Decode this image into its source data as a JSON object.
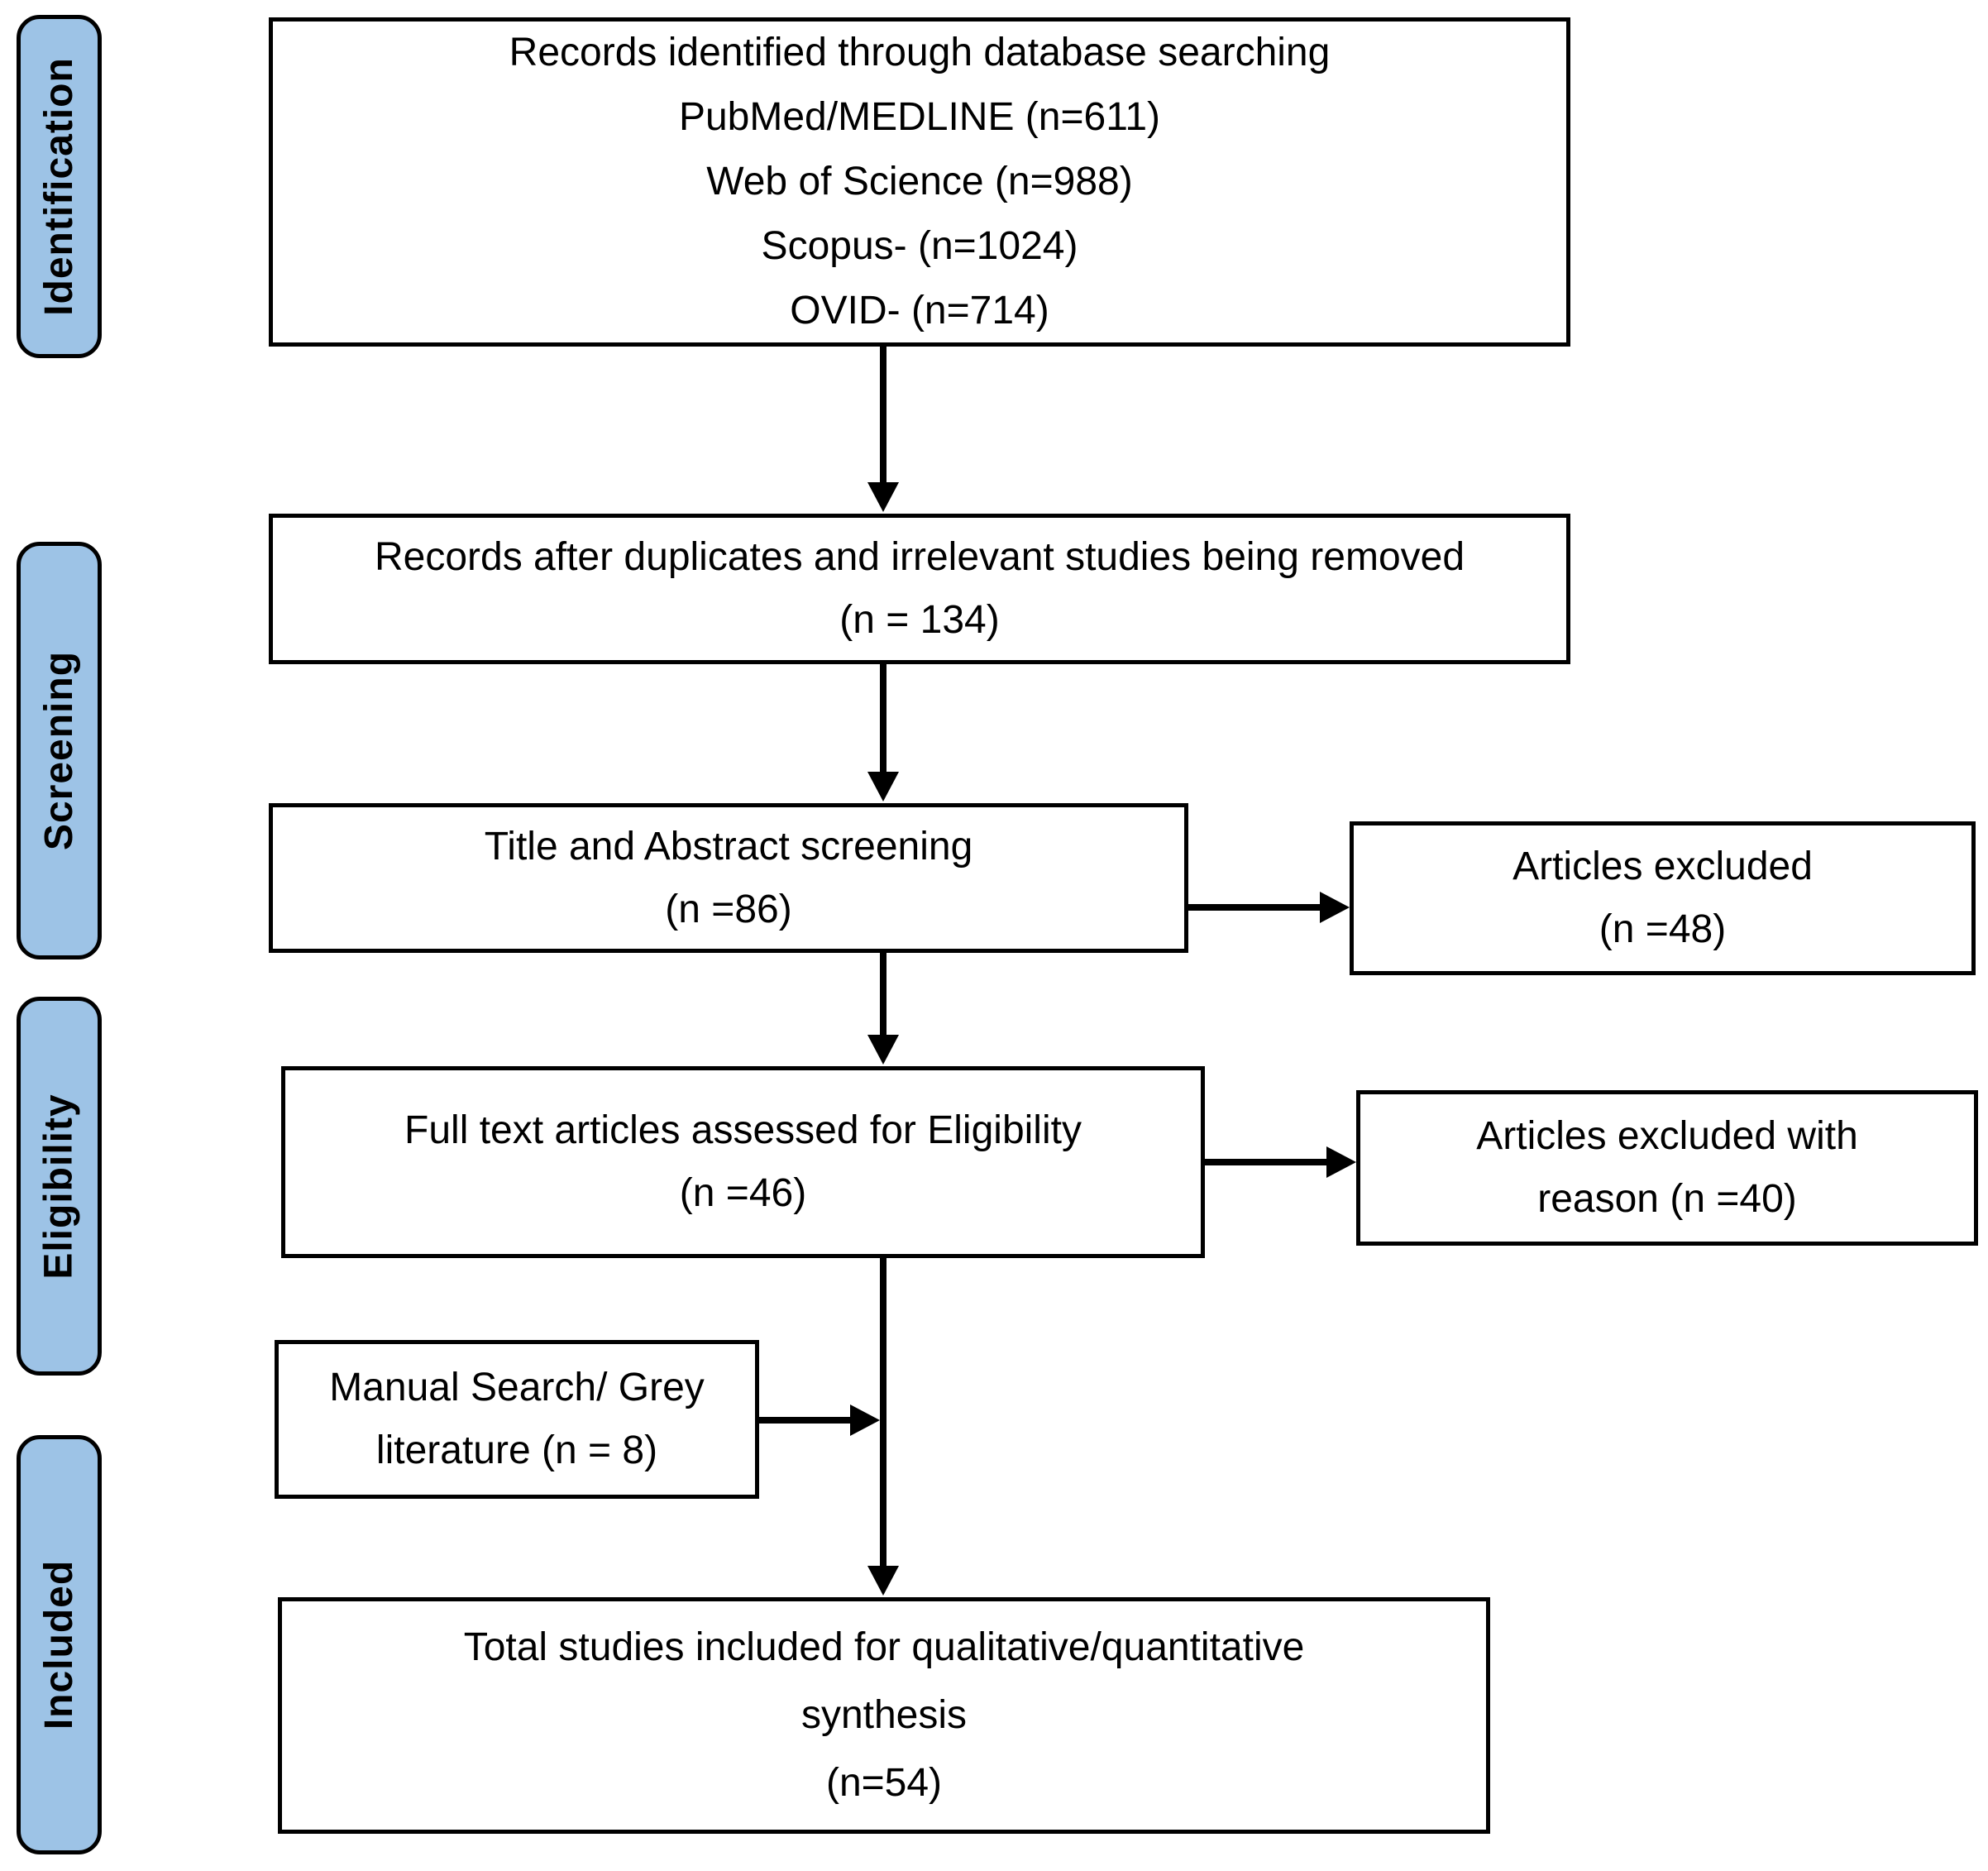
{
  "colors": {
    "stage_fill": "#9DC3E6",
    "box_fill": "#FFFFFF",
    "line_color": "#000000"
  },
  "stages": [
    {
      "label": "Identification"
    },
    {
      "label": "Screening"
    },
    {
      "label": "Eligibility"
    },
    {
      "label": "Included"
    }
  ],
  "boxes": {
    "records_identified": {
      "lines": [
        "Records identified through database searching",
        "PubMed/MEDLINE (n=611)",
        "Web of Science (n=988)",
        "Scopus- (n=1024)",
        "OVID- (n=714)"
      ]
    },
    "after_duplicates": {
      "lines": [
        "Records after duplicates and irrelevant studies being removed",
        "(n = 134)"
      ]
    },
    "title_abstract": {
      "lines": [
        "Title and Abstract screening",
        "(n =86)"
      ]
    },
    "articles_excluded": {
      "lines": [
        "Articles excluded",
        "(n =48)"
      ]
    },
    "full_text": {
      "lines": [
        "Full text articles assessed for Eligibility",
        "(n =46)"
      ]
    },
    "excluded_with_reason": {
      "lines": [
        "Articles excluded with",
        "reason (n =40)"
      ]
    },
    "manual_search": {
      "lines": [
        "Manual Search/ Grey",
        "literature (n = 8)"
      ]
    },
    "total_included": {
      "lines": [
        "Total studies included for qualitative/quantitative",
        "synthesis",
        "(n=54)"
      ]
    }
  },
  "arrows": [
    {
      "from": "records-identified",
      "to": "after-duplicates"
    },
    {
      "from": "after-duplicates",
      "to": "title-abstract"
    },
    {
      "from": "title-abstract",
      "to": "articles-excluded"
    },
    {
      "from": "title-abstract",
      "to": "full-text"
    },
    {
      "from": "full-text",
      "to": "excluded-with-reason"
    },
    {
      "from": "full-text",
      "to": "total-included"
    },
    {
      "from": "manual-search",
      "to": "total-included"
    }
  ]
}
